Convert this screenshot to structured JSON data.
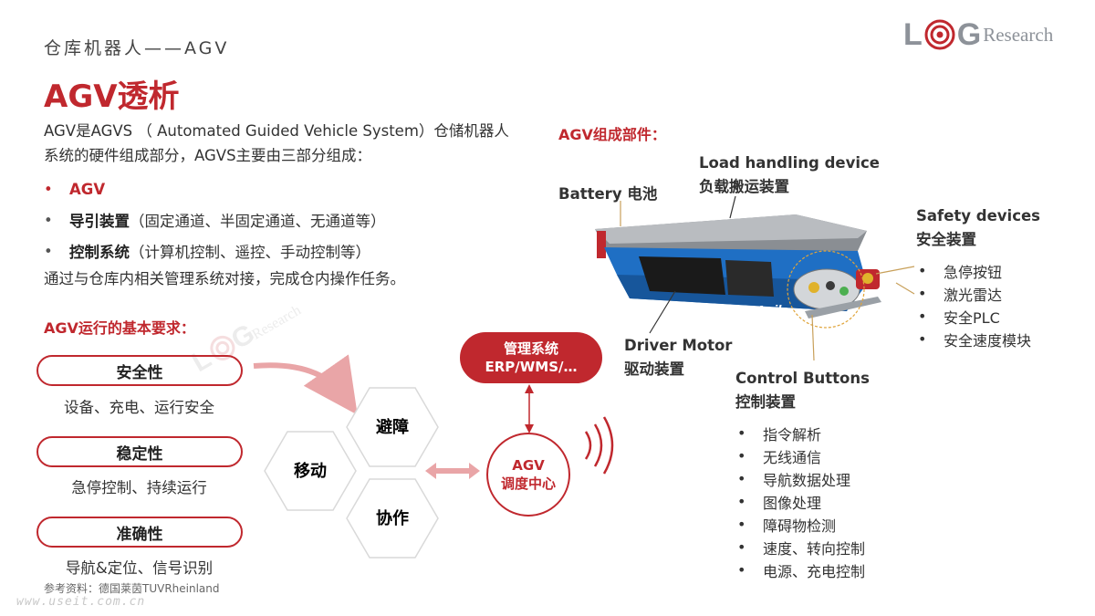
{
  "header": {
    "section_title": "仓库机器人——AGV",
    "main_title": "AGV透析"
  },
  "logo": {
    "letter1": "L",
    "letter2": "G",
    "rest": "Research"
  },
  "intro": {
    "line1": "AGV是AGVS （ Automated Guided Vehicle System）仓储机器人",
    "line2": "系统的硬件组成部分，AGVS主要由三部分组成："
  },
  "components": [
    {
      "name": "AGV",
      "detail": ""
    },
    {
      "name": "导引装置",
      "detail": "（固定通道、半固定通道、无通道等）"
    },
    {
      "name": "控制系统",
      "detail": "（计算机控制、遥控、手动控制等）"
    }
  ],
  "outro": "通过与仓库内相关管理系统对接，完成仓内操作任务。",
  "requirements": {
    "heading": "AGV运行的基本要求：",
    "items": [
      {
        "label": "安全性",
        "desc": "设备、充电、运行安全"
      },
      {
        "label": "稳定性",
        "desc": "急停控制、持续运行"
      },
      {
        "label": "准确性",
        "desc": "导航&定位、信号识别"
      }
    ]
  },
  "hexagons": {
    "move": "移动",
    "avoid": "避障",
    "cooperate": "协作"
  },
  "management": {
    "line1": "管理系统",
    "line2": "ERP/WMS/…"
  },
  "dispatch": {
    "line1": "AGV",
    "line2": "调度中心"
  },
  "parts": {
    "heading": "AGV组成部件：",
    "battery": "Battery 电池",
    "load_en": "Load handling device",
    "load_cn": "负载搬运装置",
    "safety_en": "Safety devices",
    "safety_cn": "安全装置",
    "safety_items": [
      "急停按钮",
      "激光雷达",
      "安全PLC",
      "安全速度模块"
    ],
    "motor_en": "Driver Motor",
    "motor_cn": "驱动装置",
    "control_en": "Control Buttons",
    "control_cn": "控制装置",
    "control_items": [
      "指令解析",
      "无线通信",
      "导航数据处理",
      "图像处理",
      "障碍物检测",
      "速度、转向控制",
      "电源、充电控制"
    ],
    "robot_brand": "Agile"
  },
  "reference": "参考资料：德国莱茵TUVRheinland",
  "footer_url": "www.useit.com.cn",
  "colors": {
    "accent": "#c0282e",
    "robot_blue": "#1f6fc4",
    "hex_border": "#d9d9d9"
  }
}
